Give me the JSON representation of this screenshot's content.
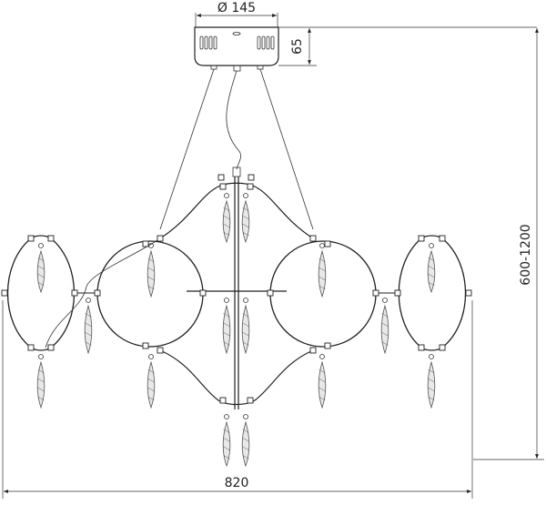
{
  "dimensions": {
    "canopy_diameter": "Ø 145",
    "canopy_height": "65",
    "total_height": "600-1200",
    "total_width": "820"
  },
  "colors": {
    "line": "#222222",
    "crystal": "#555555"
  }
}
